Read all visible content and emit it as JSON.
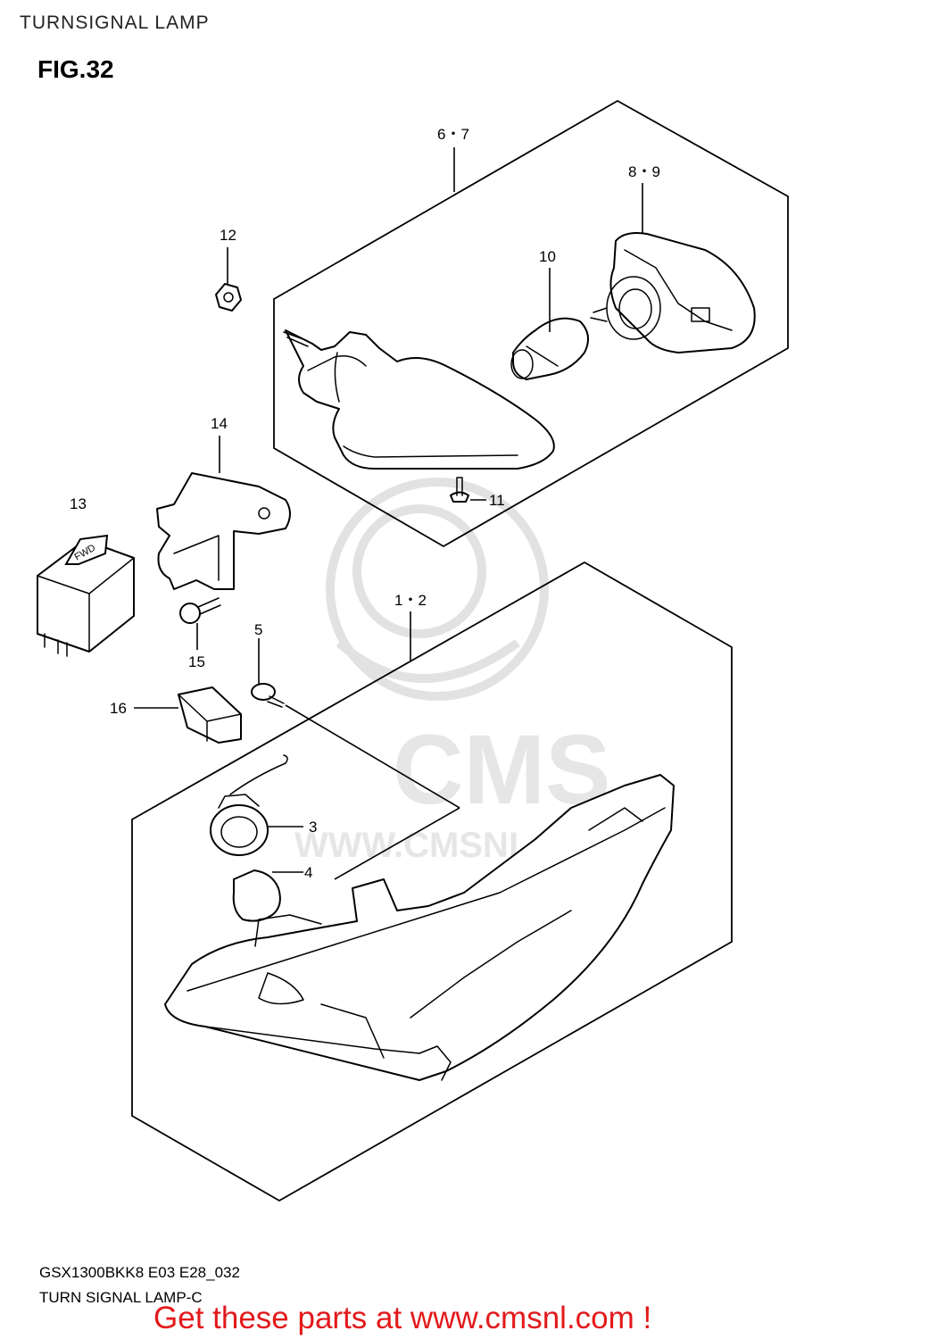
{
  "page": {
    "title": "TURNSIGNAL LAMP",
    "figure": "FIG.32"
  },
  "callouts": {
    "c1_2": "1・2",
    "c3": "3",
    "c4": "4",
    "c5": "5",
    "c6_7": "6・7",
    "c8_9": "8・9",
    "c10": "10",
    "c11": "11",
    "c12": "12",
    "c13": "13",
    "c14": "14",
    "c15": "15",
    "c16": "16"
  },
  "direction_marker": {
    "label": "FWD",
    "icon": "fwd-arrow-icon"
  },
  "watermark": {
    "brand": "CMS",
    "url": "WWW.CMSNL.COM",
    "color": "#e2e2e2"
  },
  "footer": {
    "model_code": "GSX1300BKK8 E03 E28_032",
    "diagram_name": "TURN SIGNAL LAMP-C",
    "promo": "Get these parts at www.cmsnl.com !",
    "promo_color": "#e3191b"
  }
}
